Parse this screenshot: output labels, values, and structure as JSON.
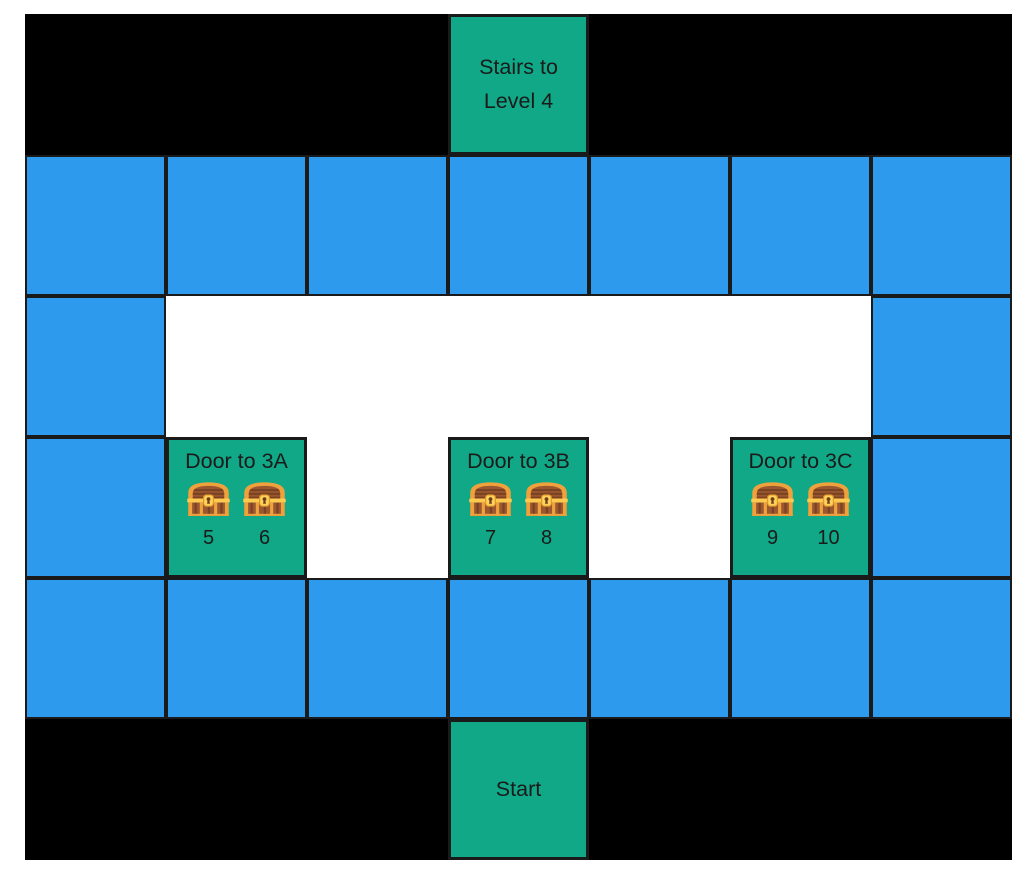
{
  "board": {
    "colors": {
      "wall": "#000000",
      "water_tile": "#2D9AEE",
      "room_tile": "#10A887",
      "tile_border": "#1A1A1A",
      "corridor": "#FFFFFF",
      "label_text": "#1A1A1A",
      "chest_gold": "#EFA23B",
      "chest_wood": "#9A5730"
    },
    "stairs": {
      "label": "Stairs to Level 4"
    },
    "start": {
      "label": "Start"
    },
    "doors": [
      {
        "label": "Door to 3A",
        "chests": [
          "5",
          "6"
        ]
      },
      {
        "label": "Door to 3B",
        "chests": [
          "7",
          "8"
        ]
      },
      {
        "label": "Door to 3C",
        "chests": [
          "9",
          "10"
        ]
      }
    ],
    "grid": {
      "rows": 6,
      "cols": 7,
      "legend": {
        "B": "black-wall",
        "W": "blue-tile",
        "O": "white-corridor",
        "S": "stairs-room",
        "D": "door-room",
        "T": "start-room"
      },
      "cells": [
        "BBBSBBB",
        "WWWWWWW",
        "WOOOOOW",
        "WDODODW",
        "WWWWWWW",
        "BBBTBBB"
      ]
    }
  }
}
